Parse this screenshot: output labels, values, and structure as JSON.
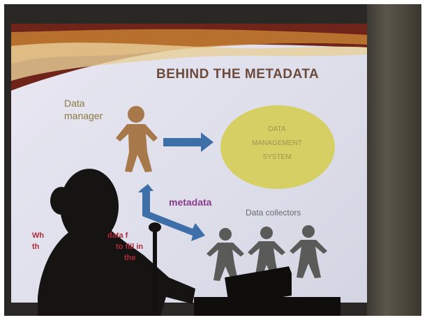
{
  "slide": {
    "title": "BEHIND THE METADATA",
    "data_manager_line1": "Data",
    "data_manager_line2": "manager",
    "system_line1": "DATA",
    "system_line2": "MANAGEMENT",
    "system_line3": "SYSTEM",
    "metadata_label": "metadata",
    "collectors_label": "Data collectors",
    "red_line1": "Wh",
    "red_line2": "data f",
    "red_line3": "th",
    "red_line4": "to fill in",
    "red_line5": "the"
  },
  "colors": {
    "slide_bg": "#e4e3ee",
    "title": "#6c4a3c",
    "person_brown": "#a7784a",
    "ellipse": "#d6cf63",
    "arrow_blue": "#3f6fa8",
    "collector_gray": "#5a5a58",
    "red_text": "#b02a3a",
    "silhouette": "#161412"
  }
}
